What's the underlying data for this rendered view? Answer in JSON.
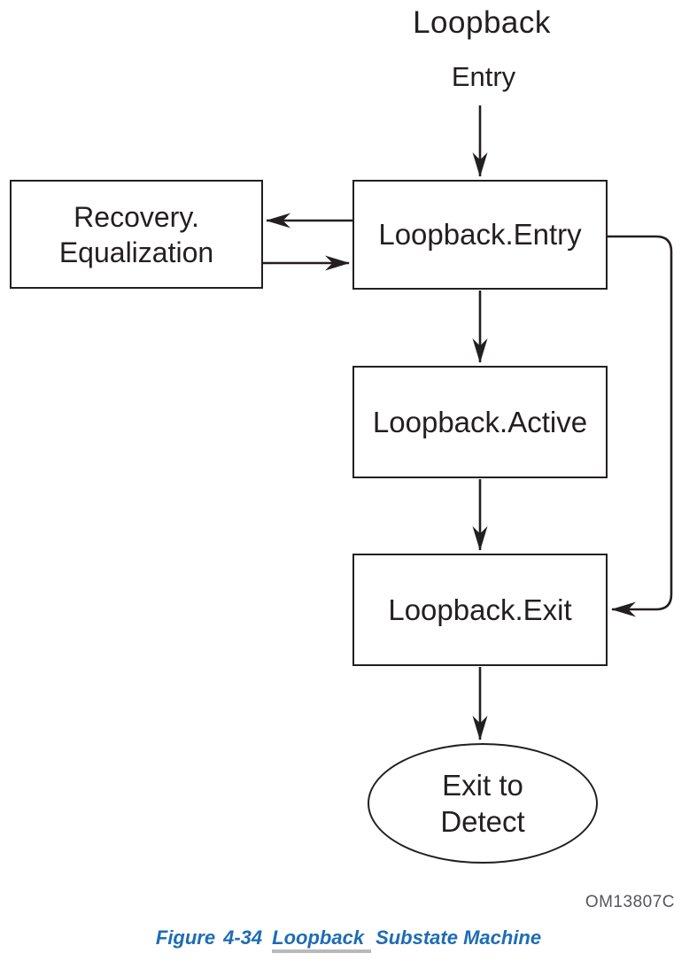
{
  "diagram": {
    "title": "Loopback",
    "entry_label": "Entry",
    "nodes": {
      "recovery_equalization": {
        "label": "Recovery.\nEqualization"
      },
      "loopback_entry": {
        "label": "Loopback.Entry"
      },
      "loopback_active": {
        "label": "Loopback.Active"
      },
      "loopback_exit": {
        "label": "Loopback.Exit"
      },
      "exit_to_detect": {
        "label": "Exit to\nDetect"
      }
    },
    "edges": [
      "entry-to-loopback-entry",
      "loopback-entry-to-recovery-equalization",
      "recovery-equalization-to-loopback-entry",
      "loopback-entry-to-loopback-active",
      "loopback-active-to-loopback-exit",
      "loopback-exit-to-exit-to-detect",
      "loopback-entry-to-loopback-exit-feedback"
    ]
  },
  "footer": {
    "part_number": "OM13807C",
    "caption": {
      "figure_word": "Figure",
      "figure_number": "4-34",
      "link_text": "Loopback",
      "rest_text": "Substate Machine"
    }
  },
  "colors": {
    "line": "#231f20",
    "caption_blue": "#1d6db4",
    "part_number_gray": "#55565a",
    "link_underline_gray": "#b9b9b9"
  }
}
